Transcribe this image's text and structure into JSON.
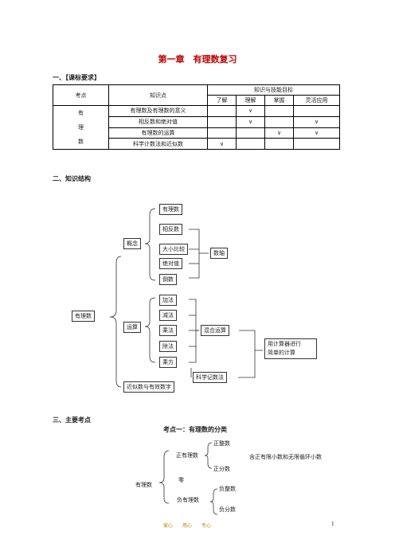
{
  "title": "第一章　有理数复习",
  "section1": "一、【课标要求】",
  "table": {
    "h_kaodian": "考点",
    "h_zhishidian": "知识点",
    "h_goal": "知识与技能目标",
    "levels": [
      "了解",
      "理解",
      "掌握",
      "灵活应用"
    ],
    "group": [
      "有",
      "理",
      "数"
    ],
    "rows": [
      {
        "name": "有理数及有理数的意义",
        "c": [
          "",
          "∨",
          "",
          ""
        ]
      },
      {
        "name": "相反数和绝对值",
        "c": [
          "",
          "∨",
          "",
          "∨"
        ]
      },
      {
        "name": "有理数的运算",
        "c": [
          "",
          "",
          "∨",
          "∨"
        ]
      },
      {
        "name": "科学计数法和近似数",
        "c": [
          "∨",
          "",
          "",
          ""
        ]
      }
    ]
  },
  "section2": "二、知识结构",
  "diagram": {
    "root": "有理数",
    "concept": "概念",
    "youlishu": "有理数",
    "xiangfanshu": "相反数",
    "daxiao": "大小比较",
    "jueduizhi": "绝对值",
    "daoshu": "倒数",
    "shuzhou": "数轴",
    "yunsuan": "运算",
    "jia": "加法",
    "jian": "减法",
    "cheng": "乘法",
    "chu": "除法",
    "chengfang": "乘方",
    "hunhe": "混合运算",
    "kexue": "科学记数法",
    "jisuanqi_1": "用计算器进行",
    "jisuanqi_2": "简单的计算",
    "jinsi": "近似数与有效数字"
  },
  "section3": "三、主要考点",
  "kaodian1": "考点一：有理数的分类",
  "cls": {
    "root": "有理数",
    "zheng": "正有理数",
    "zhengzhengshu": "正整数",
    "zhengfenshu": "正分数",
    "ling": "零",
    "fu": "负有理数",
    "fuzhengshu": "负整数",
    "fufenshu": "负分数",
    "note": "含正有限小数和无限循环小数"
  },
  "footer": {
    "left": "爱心　　用心　　专心",
    "page": "1"
  }
}
